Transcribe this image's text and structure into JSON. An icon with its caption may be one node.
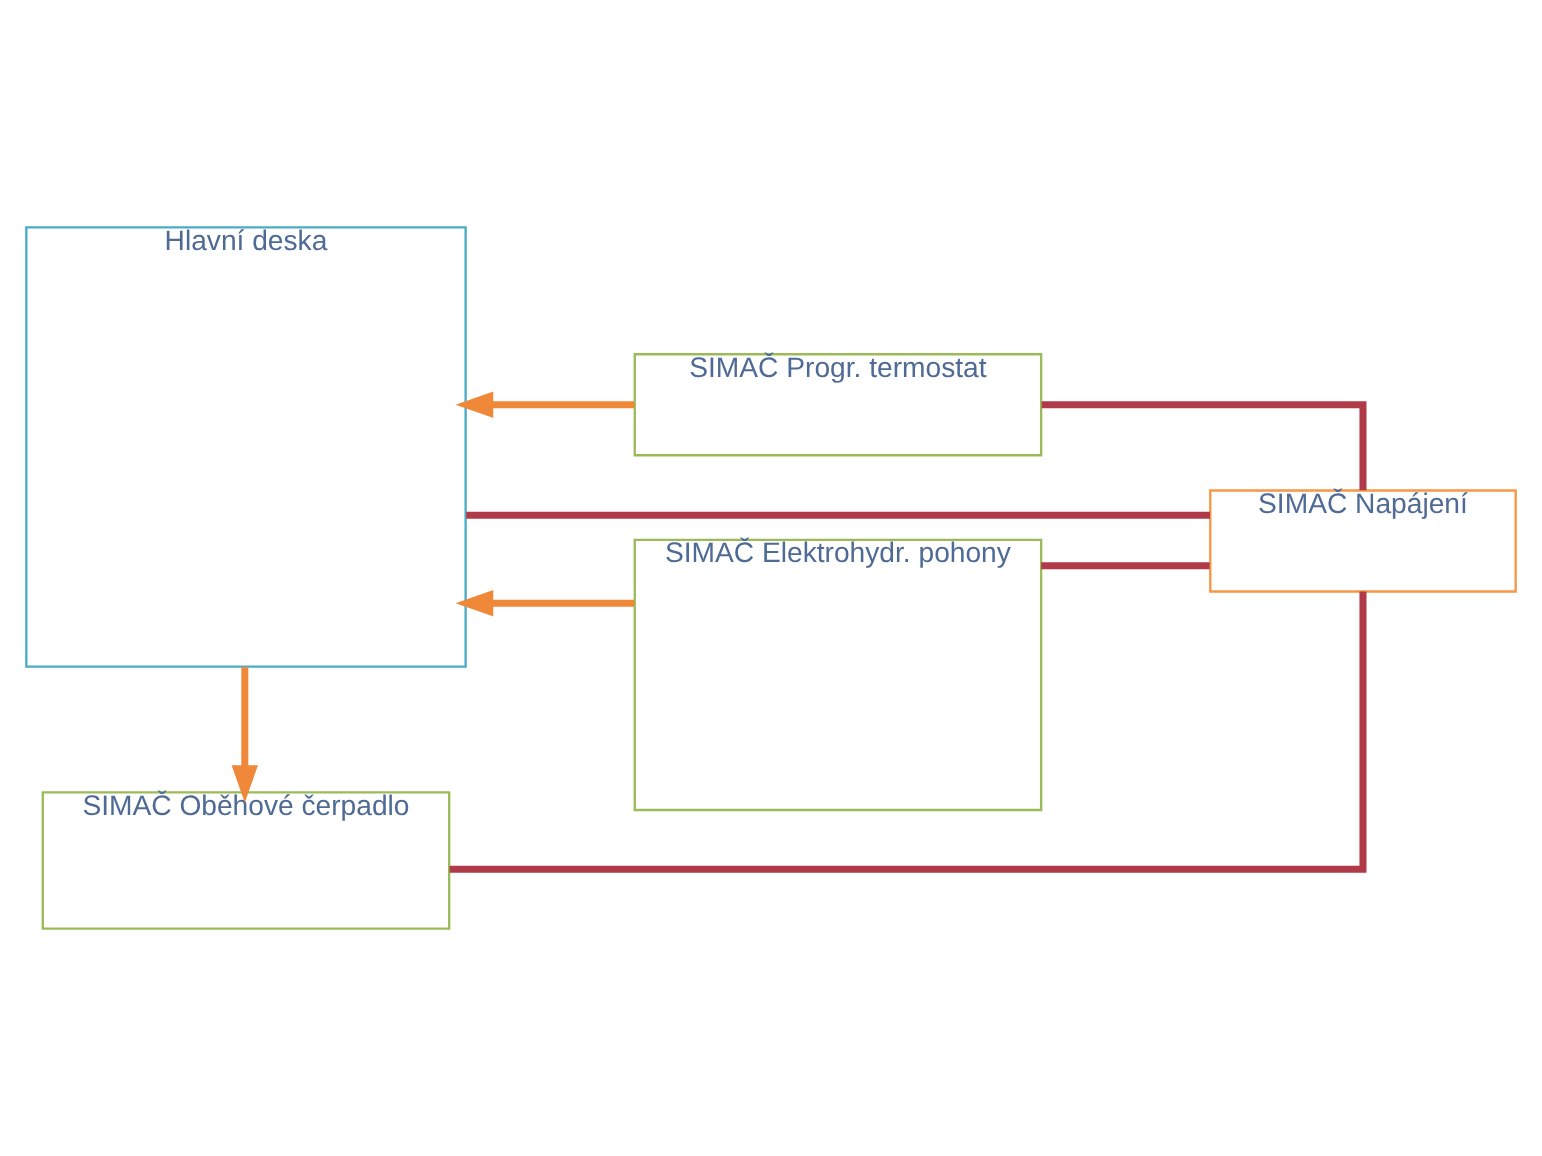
{
  "diagram": {
    "nodes": [
      {
        "text": [
          "Hlavní deska"
        ]
      },
      {
        "text": [
          "SIMAČ Napájení"
        ]
      },
      {
        "text": [
          "SIMAČ Progr. termostat"
        ]
      },
      {
        "text": [
          "SIMAČ Elektrohydr. pohony"
        ]
      },
      {
        "text": [
          "SIMAČ Oběhové čerpadlo"
        ]
      }
    ],
    "edges": [
      {
        "from": 1,
        "to": 0,
        "arrow": "none"
      },
      {
        "from": 1,
        "to": 2,
        "arrow": "none"
      },
      {
        "from": 1,
        "to": 3,
        "arrow": "none"
      },
      {
        "from": 1,
        "to": 4,
        "arrow": "none"
      },
      {
        "from": 2,
        "to": 0,
        "arrow": "to",
        "color": "#f0883a"
      },
      {
        "from": 3,
        "to": 0,
        "arrow": "to",
        "color": "#f0883a"
      },
      {
        "from": 0,
        "to": 4,
        "arrow": "to",
        "color": "#f0883a"
      }
    ]
  }
}
